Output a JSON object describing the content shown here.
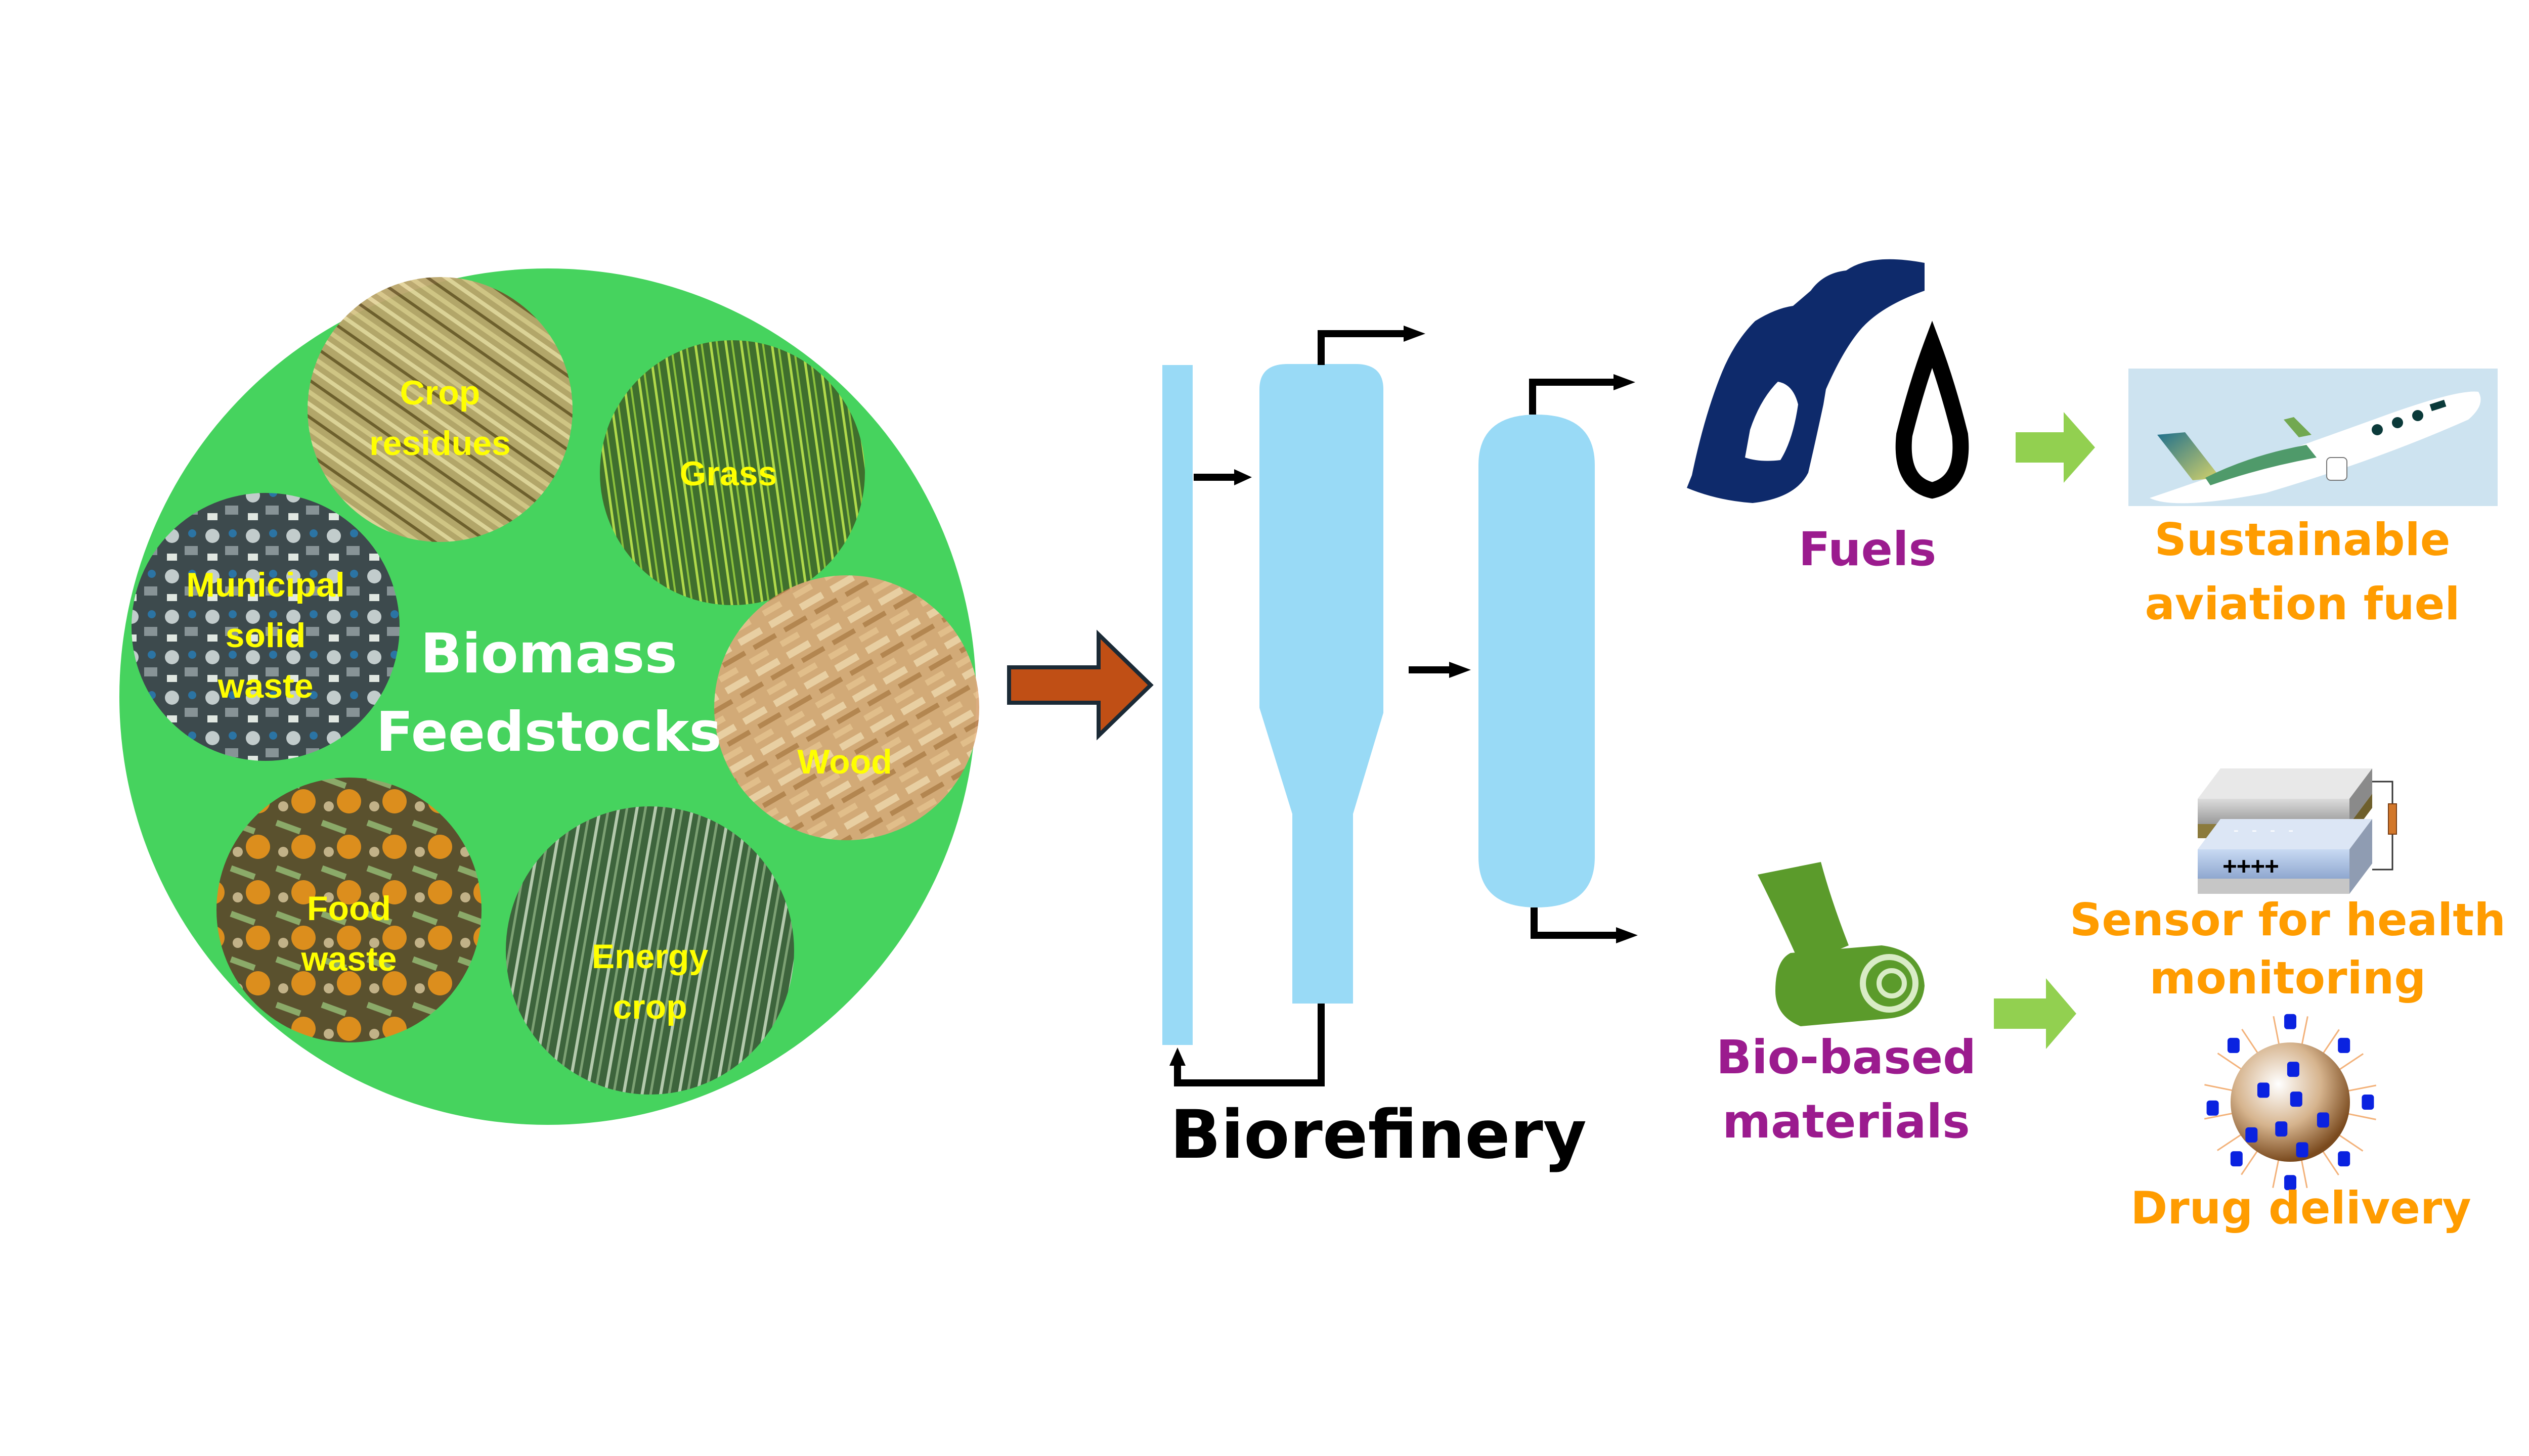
{
  "figure": {
    "title": "Biomass Feedstocks to Biorefinery Products",
    "colors": {
      "feedstock_circle": "#46d35e",
      "equipment": "#99daf6",
      "feed_arrow": "#c04f15",
      "product_arrow": "#92d050",
      "fuel_pump": "#0e2a6b",
      "product_label": "#9b1b8e",
      "application_label": "#ff9c00",
      "feedstock_label": "#ffff00"
    }
  },
  "feedstocks": {
    "title_line1": "Biomass",
    "title_line2": "Feedstocks",
    "items": [
      {
        "name": "crop-residues",
        "line1": "Crop",
        "line2": "residues",
        "photo_color": "#b8a46a",
        "icon": "straw-photo"
      },
      {
        "name": "grass",
        "line1": "Grass",
        "line2": "",
        "photo_color": "#6f9a3c",
        "icon": "grass-photo"
      },
      {
        "name": "municipal-solid-waste",
        "line1": "Municipal",
        "line2": "solid",
        "line3": "waste",
        "photo_color": "#5d6470",
        "icon": "waste-photo"
      },
      {
        "name": "wood",
        "line1": "Wood",
        "line2": "",
        "photo_color": "#d9a878",
        "icon": "wood-chips-photo"
      },
      {
        "name": "food-waste",
        "line1": "Food",
        "line2": "waste",
        "photo_color": "#7a6a3a",
        "icon": "food-waste-photo"
      },
      {
        "name": "energy-crop",
        "line1": "Energy",
        "line2": "crop",
        "photo_color": "#5d7d52",
        "icon": "energy-crop-photo"
      }
    ]
  },
  "biorefinery": {
    "label": "Biorefinery",
    "units": [
      "riser-column",
      "reactor",
      "separator-vessel"
    ]
  },
  "products": {
    "fuels": {
      "label": "Fuels",
      "icons": [
        "fuel-nozzle-icon",
        "fuel-drop-icon"
      ]
    },
    "materials": {
      "line1": "Bio-based",
      "line2": "materials",
      "icon": "rolled-sheet-icon"
    }
  },
  "applications": {
    "saf": {
      "line1": "Sustainable",
      "line2": "aviation fuel",
      "icon": "airplane-icon"
    },
    "sensor": {
      "line1": "Sensor for health",
      "line2": "monitoring",
      "icon": "triboelectric-sensor-icon",
      "charge_top": "- - - -",
      "charge_bottom": "++++"
    },
    "drug": {
      "label": "Drug delivery",
      "icon": "nanoparticle-icon"
    }
  }
}
